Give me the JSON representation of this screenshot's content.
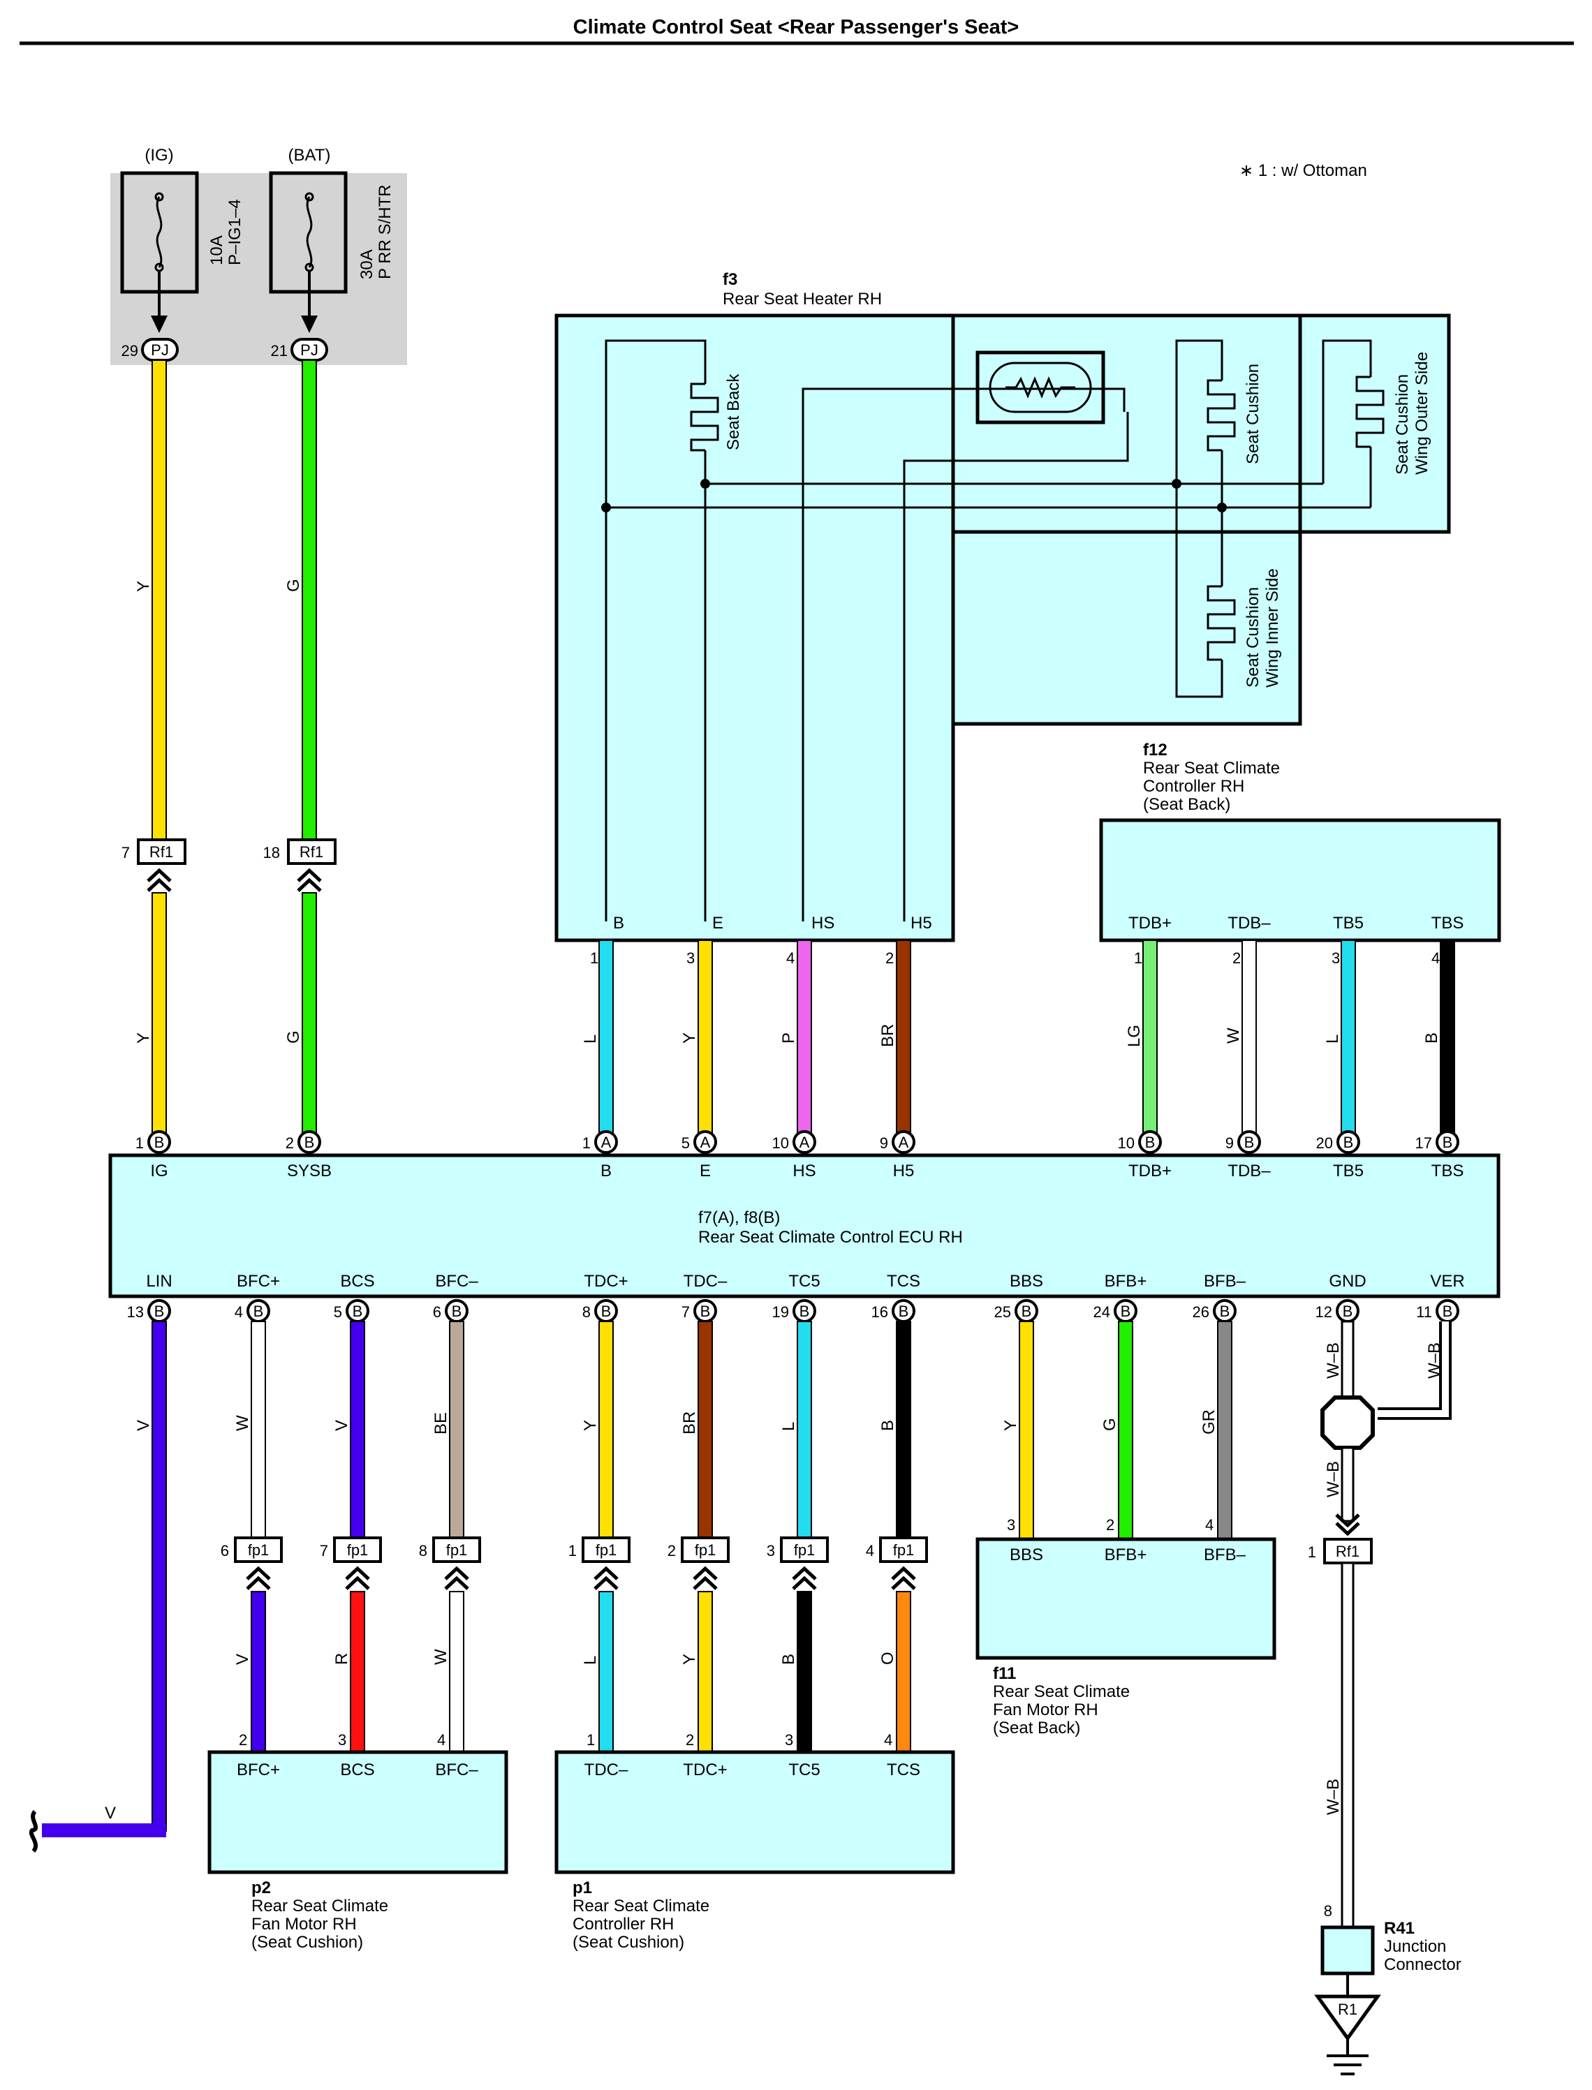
{
  "title": "Climate Control Seat <Rear Passenger's Seat>",
  "note": "∗ 1 : w/ Ottoman",
  "colors": {
    "connector_fill": "#ccffff",
    "fuse_box_fill": "#d4d4d4",
    "V": "#4400ee",
    "Y": "#ffe000",
    "G": "#22ee00",
    "L": "#22ddee",
    "P": "#ee66ee",
    "BR": "#993300",
    "LG": "#77ee77",
    "W": "#ffffff",
    "B": "#000000",
    "BE": "#bba898",
    "R": "#ff1111",
    "O": "#ff8811",
    "GR": "#888888",
    "W-B": "#ffffff"
  },
  "fuses": [
    {
      "supply": "(IG)",
      "rating": "10A",
      "name": "P–IG1–4",
      "pin": "29",
      "conn": "PJ"
    },
    {
      "supply": "(BAT)",
      "rating": "30A",
      "name": "P RR S/HTR",
      "pin": "21",
      "conn": "PJ"
    }
  ],
  "f3": {
    "id": "f3",
    "name": "Rear Seat Heater RH",
    "elements": [
      "Seat Back",
      "Seat Cushion",
      "Seat Cushion",
      "Wing Outer Side",
      "Seat Cushion",
      "Wing Inner Side"
    ],
    "pins": [
      {
        "label": "B",
        "num": "1"
      },
      {
        "label": "E",
        "num": "3"
      },
      {
        "label": "HS",
        "num": "4"
      },
      {
        "label": "H5",
        "num": "2"
      }
    ]
  },
  "f12": {
    "id": "f12",
    "name": "Rear Seat Climate",
    "name2": "Controller RH",
    "name3": "(Seat Back)",
    "pins": [
      {
        "label": "TDB+",
        "num": "1"
      },
      {
        "label": "TDB–",
        "num": "2"
      },
      {
        "label": "TB5",
        "num": "3"
      },
      {
        "label": "TBS",
        "num": "4"
      }
    ]
  },
  "ecu": {
    "id": "f7(A), f8(B)",
    "name": "Rear Seat Climate Control ECU RH",
    "top_pins": [
      {
        "label": "IG",
        "num": "1",
        "conn": "B"
      },
      {
        "label": "SYSB",
        "num": "2",
        "conn": "B"
      },
      {
        "label": "B",
        "num": "1",
        "conn": "A"
      },
      {
        "label": "E",
        "num": "5",
        "conn": "A"
      },
      {
        "label": "HS",
        "num": "10",
        "conn": "A"
      },
      {
        "label": "H5",
        "num": "9",
        "conn": "A"
      },
      {
        "label": "TDB+",
        "num": "10",
        "conn": "B"
      },
      {
        "label": "TDB–",
        "num": "9",
        "conn": "B"
      },
      {
        "label": "TB5",
        "num": "20",
        "conn": "B"
      },
      {
        "label": "TBS",
        "num": "17",
        "conn": "B"
      }
    ],
    "bottom_pins": [
      {
        "label": "LIN",
        "num": "13",
        "conn": "B"
      },
      {
        "label": "BFC+",
        "num": "4",
        "conn": "B"
      },
      {
        "label": "BCS",
        "num": "5",
        "conn": "B"
      },
      {
        "label": "BFC–",
        "num": "6",
        "conn": "B"
      },
      {
        "label": "TDC+",
        "num": "8",
        "conn": "B"
      },
      {
        "label": "TDC–",
        "num": "7",
        "conn": "B"
      },
      {
        "label": "TC5",
        "num": "19",
        "conn": "B"
      },
      {
        "label": "TCS",
        "num": "16",
        "conn": "B"
      },
      {
        "label": "BBS",
        "num": "25",
        "conn": "B"
      },
      {
        "label": "BFB+",
        "num": "24",
        "conn": "B"
      },
      {
        "label": "BFB–",
        "num": "26",
        "conn": "B"
      },
      {
        "label": "GND",
        "num": "12",
        "conn": "B"
      },
      {
        "label": "VER",
        "num": "11",
        "conn": "B"
      }
    ]
  },
  "wires_upper_fuse": [
    {
      "color": "Y"
    },
    {
      "color": "G"
    }
  ],
  "rf1_upper": [
    {
      "num": "7",
      "conn": "Rf1"
    },
    {
      "num": "18",
      "conn": "Rf1"
    }
  ],
  "wires_upper_lower": [
    {
      "color": "Y"
    },
    {
      "color": "G"
    },
    {
      "color": "L"
    },
    {
      "color": "Y"
    },
    {
      "color": "P"
    },
    {
      "color": "BR"
    },
    {
      "color": "LG"
    },
    {
      "color": "W"
    },
    {
      "color": "L"
    },
    {
      "color": "B"
    }
  ],
  "wires_bottom": [
    {
      "color": "V"
    },
    {
      "color": "W"
    },
    {
      "color": "V"
    },
    {
      "color": "BE"
    },
    {
      "color": "Y"
    },
    {
      "color": "BR"
    },
    {
      "color": "L"
    },
    {
      "color": "B"
    },
    {
      "color": "Y"
    },
    {
      "color": "G"
    },
    {
      "color": "GR"
    },
    {
      "color": "W–B"
    },
    {
      "color": "W–B"
    }
  ],
  "fp1": [
    {
      "num": "6",
      "conn": "fp1"
    },
    {
      "num": "7",
      "conn": "fp1"
    },
    {
      "num": "8",
      "conn": "fp1"
    },
    {
      "num": "1",
      "conn": "fp1"
    },
    {
      "num": "2",
      "conn": "fp1"
    },
    {
      "num": "3",
      "conn": "fp1"
    },
    {
      "num": "4",
      "conn": "fp1"
    }
  ],
  "wires_fp1_lower": [
    {
      "color": "V"
    },
    {
      "color": "R"
    },
    {
      "color": "W"
    },
    {
      "color": "L"
    },
    {
      "color": "Y"
    },
    {
      "color": "B"
    },
    {
      "color": "O"
    }
  ],
  "lin_wire": {
    "color": "V"
  },
  "ground_wires": [
    {
      "color": "W–B"
    },
    {
      "color": "W–B"
    }
  ],
  "rf1_lower": {
    "num": "1",
    "conn": "Rf1"
  },
  "p2": {
    "id": "p2",
    "name": "Rear Seat Climate",
    "name2": "Fan Motor RH",
    "name3": "(Seat Cushion)",
    "pins": [
      {
        "label": "BFC+",
        "num": "2"
      },
      {
        "label": "BCS",
        "num": "3"
      },
      {
        "label": "BFC–",
        "num": "4"
      }
    ]
  },
  "p1": {
    "id": "p1",
    "name": "Rear Seat Climate",
    "name2": "Controller RH",
    "name3": "(Seat Cushion)",
    "pins": [
      {
        "label": "TDC–",
        "num": "1"
      },
      {
        "label": "TDC+",
        "num": "2"
      },
      {
        "label": "TC5",
        "num": "3"
      },
      {
        "label": "TCS",
        "num": "4"
      }
    ]
  },
  "f11": {
    "id": "f11",
    "name": "Rear Seat Climate",
    "name2": "Fan Motor RH",
    "name3": "(Seat Back)",
    "pins": [
      {
        "label": "BBS",
        "num": "3"
      },
      {
        "label": "BFB+",
        "num": "2"
      },
      {
        "label": "BFB–",
        "num": "4"
      }
    ]
  },
  "r41": {
    "id": "R41",
    "name": "Junction",
    "name2": "Connector",
    "pin": "8",
    "ground": "R1"
  }
}
